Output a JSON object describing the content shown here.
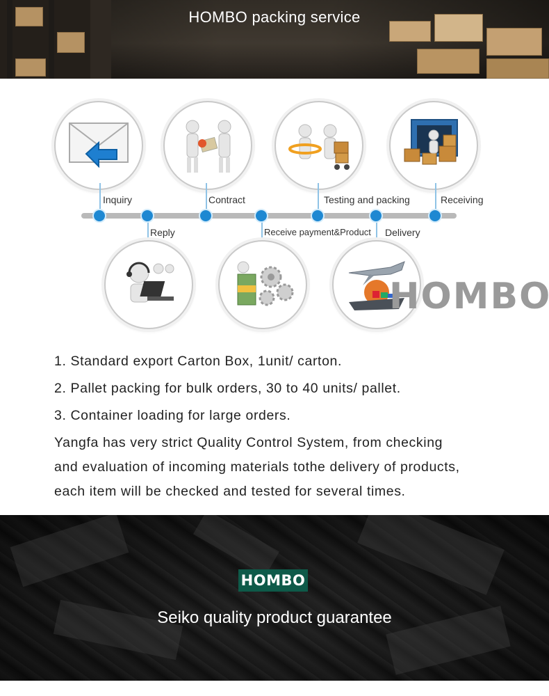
{
  "header": {
    "title": "HOMBO packing service"
  },
  "process": {
    "steps": [
      {
        "label": "Inquiry"
      },
      {
        "label": "Reply"
      },
      {
        "label": "Contract"
      },
      {
        "label": "Receive payment&Product"
      },
      {
        "label": "Testing and packing"
      },
      {
        "label": "Delivery"
      },
      {
        "label": "Receiving"
      }
    ],
    "watermark": "HOMBO",
    "accent_color": "#1e88d2"
  },
  "info": {
    "items": [
      "1. Standard export Carton Box, 1unit/ carton.",
      "2. Pallet packing for bulk orders, 30 to 40 units/ pallet.",
      "3. Container loading for large orders."
    ],
    "paragraph_lines": [
      "Yangfa has very strict Quality Control System, from checking",
      "and evaluation of incoming materials tothe delivery of products,",
      "each item will be checked and tested for several times."
    ]
  },
  "footer": {
    "logo": "HOMBO",
    "caption": "Seiko quality product guarantee",
    "logo_color": "#0e5a49"
  }
}
